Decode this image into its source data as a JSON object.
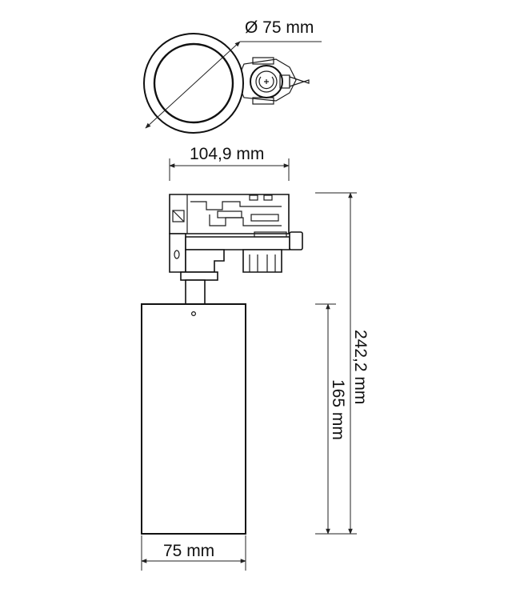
{
  "dimensions": {
    "top_diameter": "Ø 75 mm",
    "adapter_width": "104,9 mm",
    "total_height": "242,2 mm",
    "body_height": "165 mm",
    "body_diameter": "75 mm"
  },
  "colors": {
    "line": "#111111",
    "background": "#ffffff"
  }
}
